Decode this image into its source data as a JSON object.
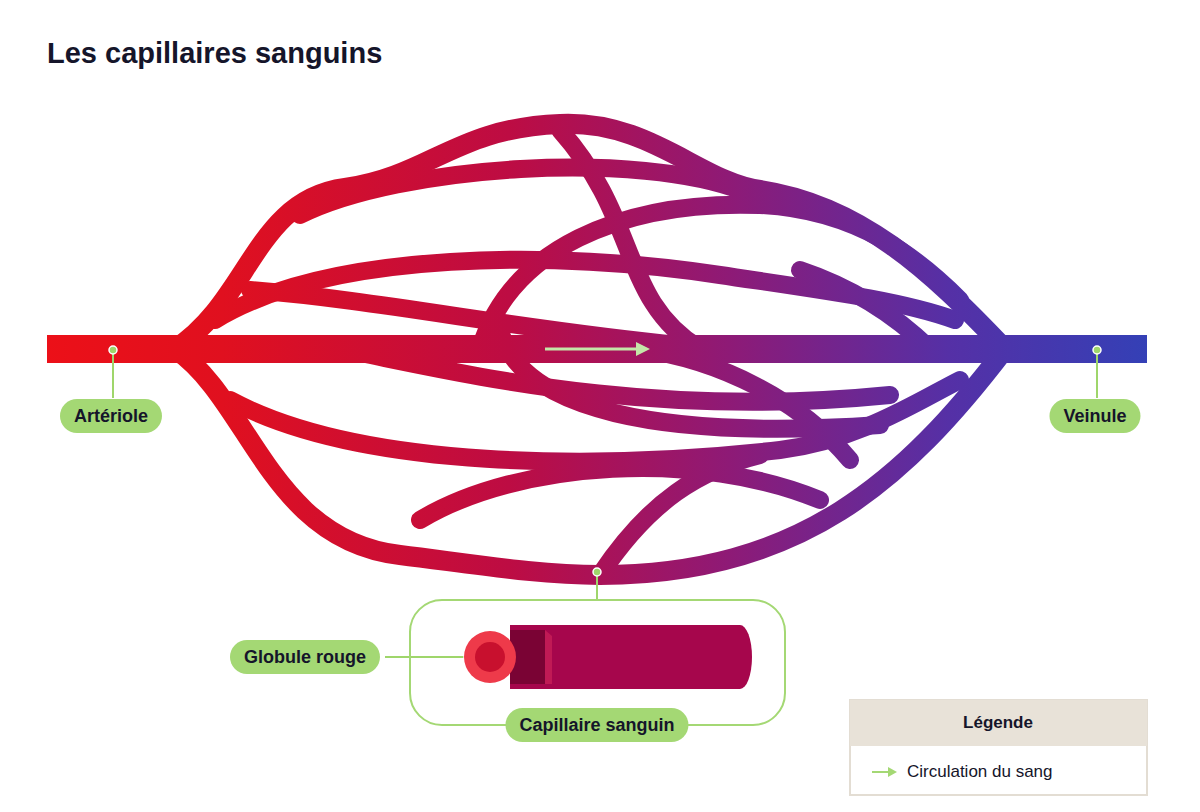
{
  "diagram": {
    "title": "Les capillaires sanguins",
    "labels": [
      "Artériole",
      "Veinule",
      "Globule rouge",
      "Capillaire sanguin",
      "Légende"
    ],
    "legend": [
      {
        "text": "Circulation du sang"
      }
    ]
  }
}
